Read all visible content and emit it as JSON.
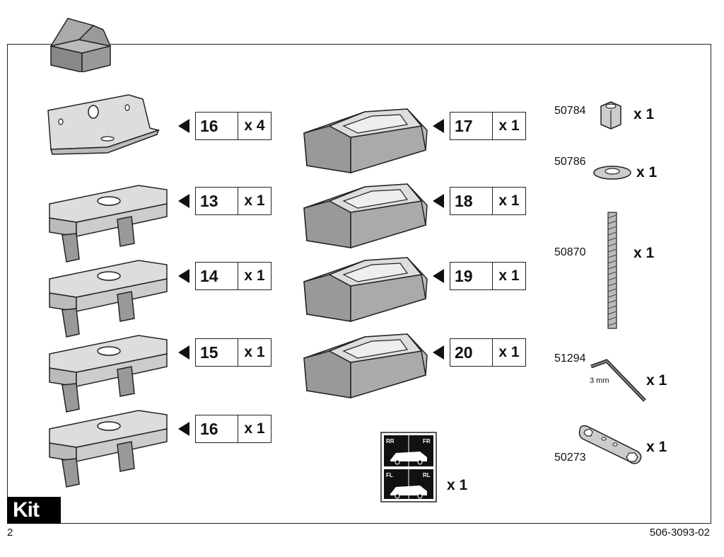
{
  "page": {
    "number": "2",
    "doc_code": "506-3093-02",
    "kit_label": "Kit"
  },
  "brackets": [
    {
      "num": "16",
      "qty": "x 4",
      "icon": "mounting-bracket-icon"
    }
  ],
  "adapters": [
    {
      "num": "13",
      "qty": "x 1"
    },
    {
      "num": "14",
      "qty": "x 1"
    },
    {
      "num": "15",
      "qty": "x 1"
    },
    {
      "num": "16",
      "qty": "x 1"
    }
  ],
  "pads": [
    {
      "num": "17",
      "qty": "x 1"
    },
    {
      "num": "18",
      "qty": "x 1"
    },
    {
      "num": "19",
      "qty": "x 1"
    },
    {
      "num": "20",
      "qty": "x 1"
    }
  ],
  "sticker": {
    "qty": "x 1",
    "labels": [
      "RR",
      "FR",
      "FL",
      "RL"
    ]
  },
  "hardware": [
    {
      "code": "50784",
      "qty": "x 1",
      "icon": "hex-nut-icon"
    },
    {
      "code": "50786",
      "qty": "x 1",
      "icon": "washer-icon"
    },
    {
      "code": "50870",
      "qty": "x 1",
      "icon": "threaded-rod-icon"
    },
    {
      "code": "51294",
      "qty": "x 1",
      "icon": "allen-key-icon",
      "note": "3 mm"
    },
    {
      "code": "50273",
      "qty": "x 1",
      "icon": "wrench-plate-icon"
    }
  ]
}
